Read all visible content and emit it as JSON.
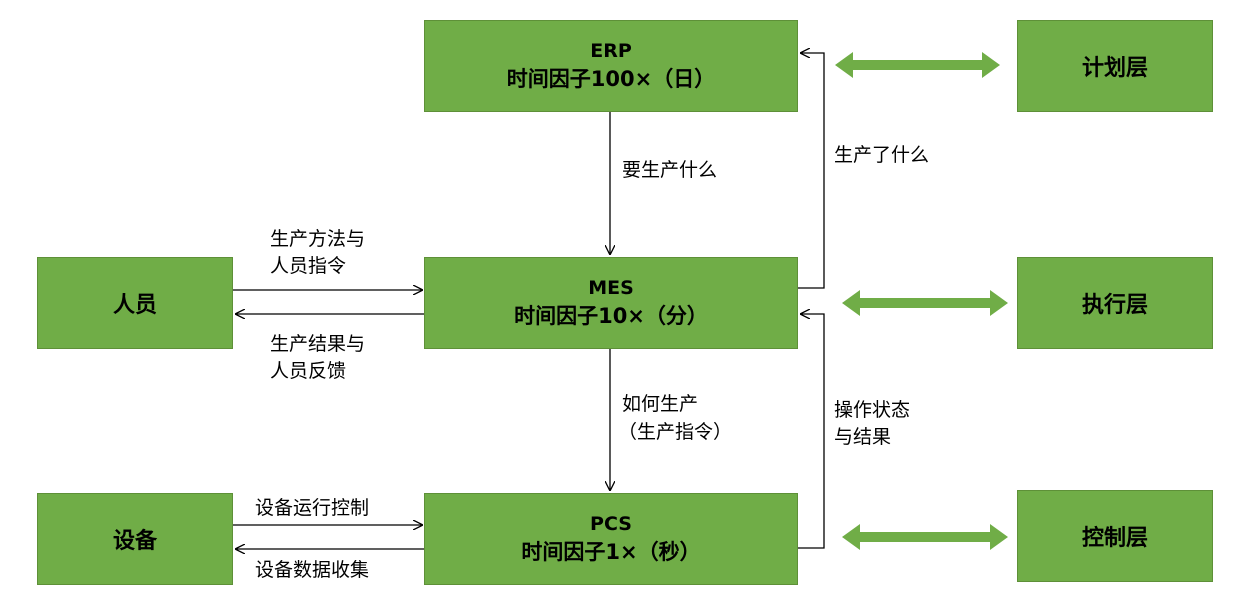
{
  "boxes": {
    "erp": {
      "title": "ERP",
      "subtitle": "时间因子100×（日）"
    },
    "mes": {
      "title": "MES",
      "subtitle": "时间因子10×（分）"
    },
    "pcs": {
      "title": "PCS",
      "subtitle": "时间因子1×（秒）"
    },
    "personnel": "人员",
    "equipment": "设备",
    "planning_layer": "计划层",
    "execution_layer": "执行层",
    "control_layer": "控制层"
  },
  "labels": {
    "erp_to_mes": "要生产什么",
    "mes_to_erp": "生产了什么",
    "person_to_mes_1": "生产方法与",
    "person_to_mes_2": "人员指令",
    "mes_to_person_1": "生产结果与",
    "mes_to_person_2": "人员反馈",
    "mes_to_pcs_1": "如何生产",
    "mes_to_pcs_2": "（生产指令）",
    "pcs_to_mes_1": "操作状态",
    "pcs_to_mes_2": "与结果",
    "equip_to_pcs": "设备运行控制",
    "pcs_to_equip": "设备数据收集"
  },
  "colors": {
    "box_fill": "#70AD47",
    "arrow": "#000000",
    "double_arrow": "#70AD47"
  }
}
